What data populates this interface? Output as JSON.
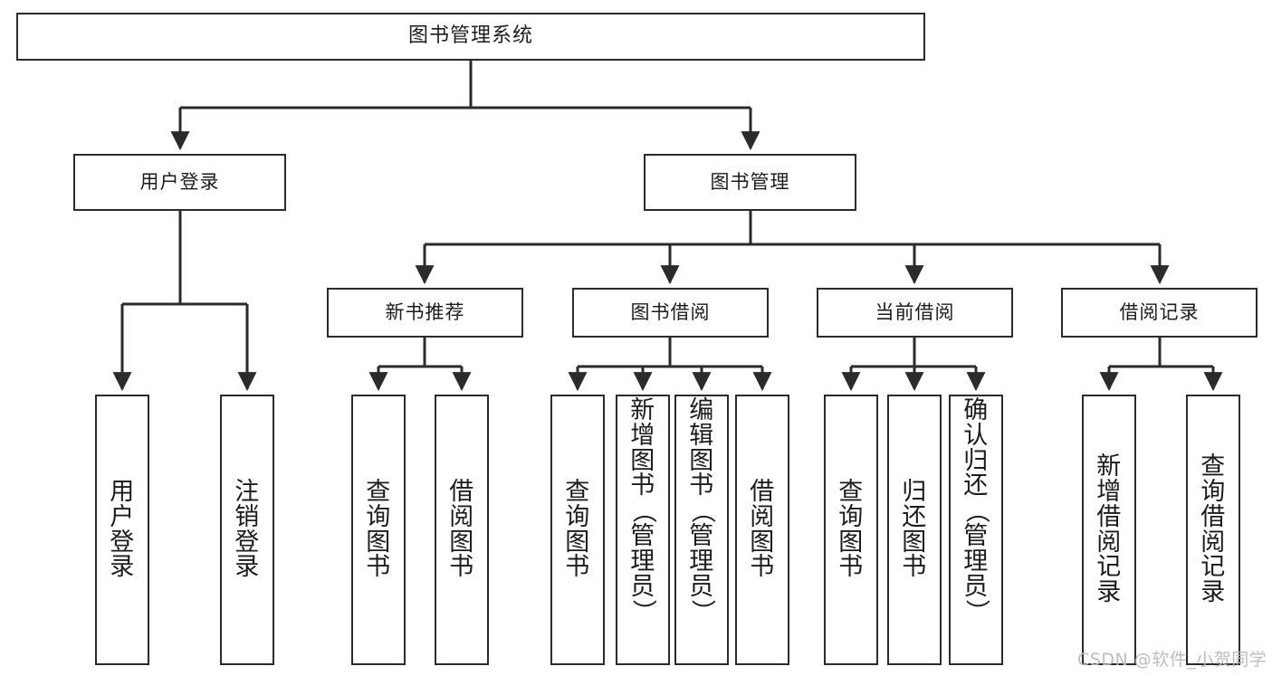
{
  "diagram": {
    "type": "tree-hierarchy-chart",
    "title": "图书管理系统",
    "watermark": "CSDN @软件_小贺同学",
    "colors": {
      "stroke": "#2b2b2b",
      "fill": "#ffffff",
      "text": "#1c1c1c",
      "watermark": "#bdbdbd"
    },
    "nodes": {
      "root": {
        "label": "图书管理系统"
      },
      "level2": [
        {
          "id": "user-login",
          "label": "用户登录"
        },
        {
          "id": "book-manage",
          "label": "图书管理"
        }
      ],
      "level3": [
        {
          "id": "new-book-recommend",
          "label": "新书推荐"
        },
        {
          "id": "book-borrow",
          "label": "图书借阅"
        },
        {
          "id": "current-borrow",
          "label": "当前借阅"
        },
        {
          "id": "borrow-record",
          "label": "借阅记录"
        }
      ],
      "leaves": [
        {
          "id": "leaf-user-login",
          "parent": "user-login",
          "label": "用户登录"
        },
        {
          "id": "leaf-logout-login",
          "parent": "user-login",
          "label": "注销登录"
        },
        {
          "id": "leaf-query-book-1",
          "parent": "new-book-recommend",
          "label": "查询图书"
        },
        {
          "id": "leaf-borrow-book-1",
          "parent": "new-book-recommend",
          "label": "借阅图书"
        },
        {
          "id": "leaf-query-book-2",
          "parent": "book-borrow",
          "label": "查询图书"
        },
        {
          "id": "leaf-add-book-admin",
          "parent": "book-borrow",
          "label": "新增图书（管理员）"
        },
        {
          "id": "leaf-edit-book-admin",
          "parent": "book-borrow",
          "label": "编辑图书（管理员）"
        },
        {
          "id": "leaf-borrow-book-2",
          "parent": "book-borrow",
          "label": "借阅图书"
        },
        {
          "id": "leaf-query-book-3",
          "parent": "current-borrow",
          "label": "查询图书"
        },
        {
          "id": "leaf-return-book",
          "parent": "current-borrow",
          "label": "归还图书"
        },
        {
          "id": "leaf-confirm-return-admin",
          "parent": "current-borrow",
          "label": "确认归还（管理员）"
        },
        {
          "id": "leaf-add-borrow-record",
          "parent": "borrow-record",
          "label": "新增借阅记录"
        },
        {
          "id": "leaf-query-borrow-record",
          "parent": "borrow-record",
          "label": "查询借阅记录"
        }
      ]
    }
  }
}
